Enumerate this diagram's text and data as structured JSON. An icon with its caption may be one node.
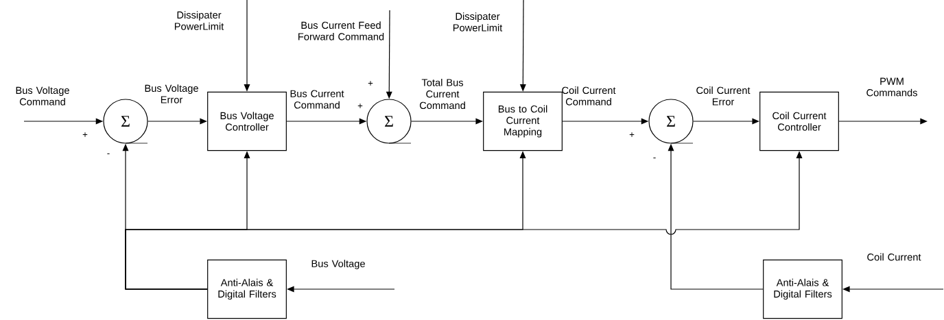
{
  "diagram": {
    "nodes": [
      {
        "text": [
          "Σ"
        ]
      },
      {
        "text": [
          "Bus Voltage Controller"
        ]
      },
      {
        "text": [
          "Σ"
        ]
      },
      {
        "text": [
          "Bus to Coil Current Mapping"
        ]
      },
      {
        "text": [
          "Σ"
        ]
      },
      {
        "text": [
          "Coil Current Controller"
        ]
      },
      {
        "text": [
          "Anti-Alais & Digital Filters"
        ]
      },
      {
        "text": [
          "Anti-Alais & Digital Filters"
        ]
      }
    ],
    "edges": [
      {
        "from": null,
        "to": 0,
        "arrow": "to",
        "label": "Bus Voltage Command"
      },
      {
        "from": 0,
        "to": 1,
        "arrow": "to",
        "label": "Bus Voltage Error"
      },
      {
        "from": null,
        "to": 1,
        "arrow": "to",
        "label": "Dissipater PowerLimit"
      },
      {
        "from": 1,
        "to": 2,
        "arrow": "to",
        "label": "Bus Current Command"
      },
      {
        "from": null,
        "to": 2,
        "arrow": "to",
        "label": "Bus Current Feed Forward Command"
      },
      {
        "from": 2,
        "to": 3,
        "arrow": "to",
        "label": "Total Bus Current Command"
      },
      {
        "from": null,
        "to": 3,
        "arrow": "to",
        "label": "Dissipater PowerLimit"
      },
      {
        "from": 3,
        "to": 4,
        "arrow": "to",
        "label": "Coil Current Command"
      },
      {
        "from": 4,
        "to": 5,
        "arrow": "to",
        "label": "Coil Current Error"
      },
      {
        "from": 5,
        "to": null,
        "arrow": "to",
        "label": "PWM Commands"
      },
      {
        "from": null,
        "to": 6,
        "arrow": "to",
        "label": "Bus Voltage"
      },
      {
        "from": null,
        "to": 7,
        "arrow": "to",
        "label": "Coil Current"
      },
      {
        "from": 6,
        "to": 0,
        "arrow": "to"
      },
      {
        "from": 6,
        "to": 1,
        "arrow": "to"
      },
      {
        "from": 6,
        "to": 3,
        "arrow": "to"
      },
      {
        "from": 6,
        "to": 5,
        "arrow": "to"
      },
      {
        "from": 7,
        "to": 4,
        "arrow": "to"
      }
    ],
    "labels": [
      "+",
      "+",
      "+",
      "+",
      "-",
      "-"
    ]
  }
}
